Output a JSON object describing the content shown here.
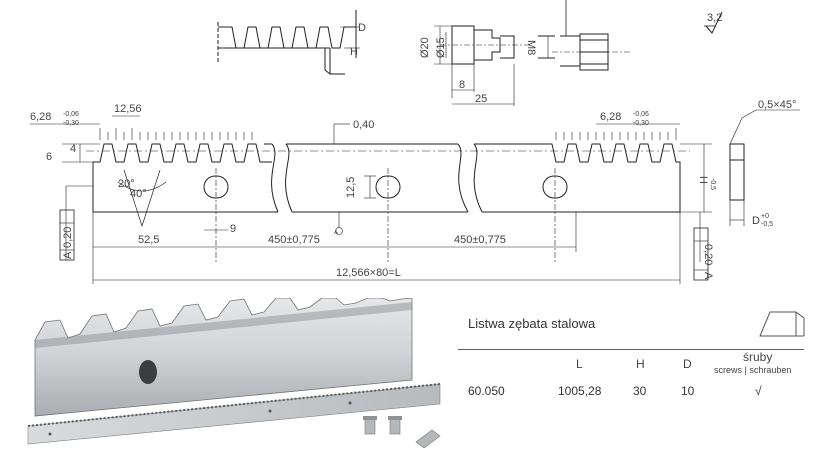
{
  "drawing": {
    "roughness": "3,2",
    "dims": {
      "pitch_top_left": "6,28",
      "pitch_tol_upper": "-0,06",
      "pitch_tol_lower": "-0,30",
      "pitch_spacing": "12,56",
      "tooth_h6": "6",
      "tooth_h4": "4",
      "angle_20": "20°",
      "angle_40": "40°",
      "gap_040": "0,40",
      "slot_width": "12,5",
      "offset_9": "9",
      "first_hole": "52,5",
      "hole_spacing_1": "450±0,775",
      "hole_spacing_2": "450±0,775",
      "total_length": "12,566×80=L",
      "pitch_top_right": "6,28",
      "chamfer": "0,5×45°",
      "height_label": "H",
      "height_tol": "-0,5",
      "depth_label": "D",
      "depth_tol_upper": "+0",
      "depth_tol_lower": "-0,5",
      "flatness_left": "0,20",
      "flatness_right": "0,20",
      "datum": "A",
      "screw_d15": "Ø15",
      "screw_d20": "Ø20",
      "screw_m8": "M8",
      "screw_8": "8",
      "screw_25": "25",
      "profile_d": "D",
      "profile_h": "H"
    }
  },
  "spec_table": {
    "title": "Listwa zębata stalowa",
    "headers": {
      "L": "L",
      "H": "H",
      "D": "D",
      "screws_pl": "śruby",
      "screws_en_de": "screws | schrauben"
    },
    "rows": [
      {
        "code": "60.050",
        "L": "1005,28",
        "H": "30",
        "D": "10",
        "screws": "√"
      }
    ]
  },
  "colors": {
    "accent_rule": "#c0392b",
    "steel_light": "#d8dadc",
    "steel_dark": "#7d8185"
  }
}
